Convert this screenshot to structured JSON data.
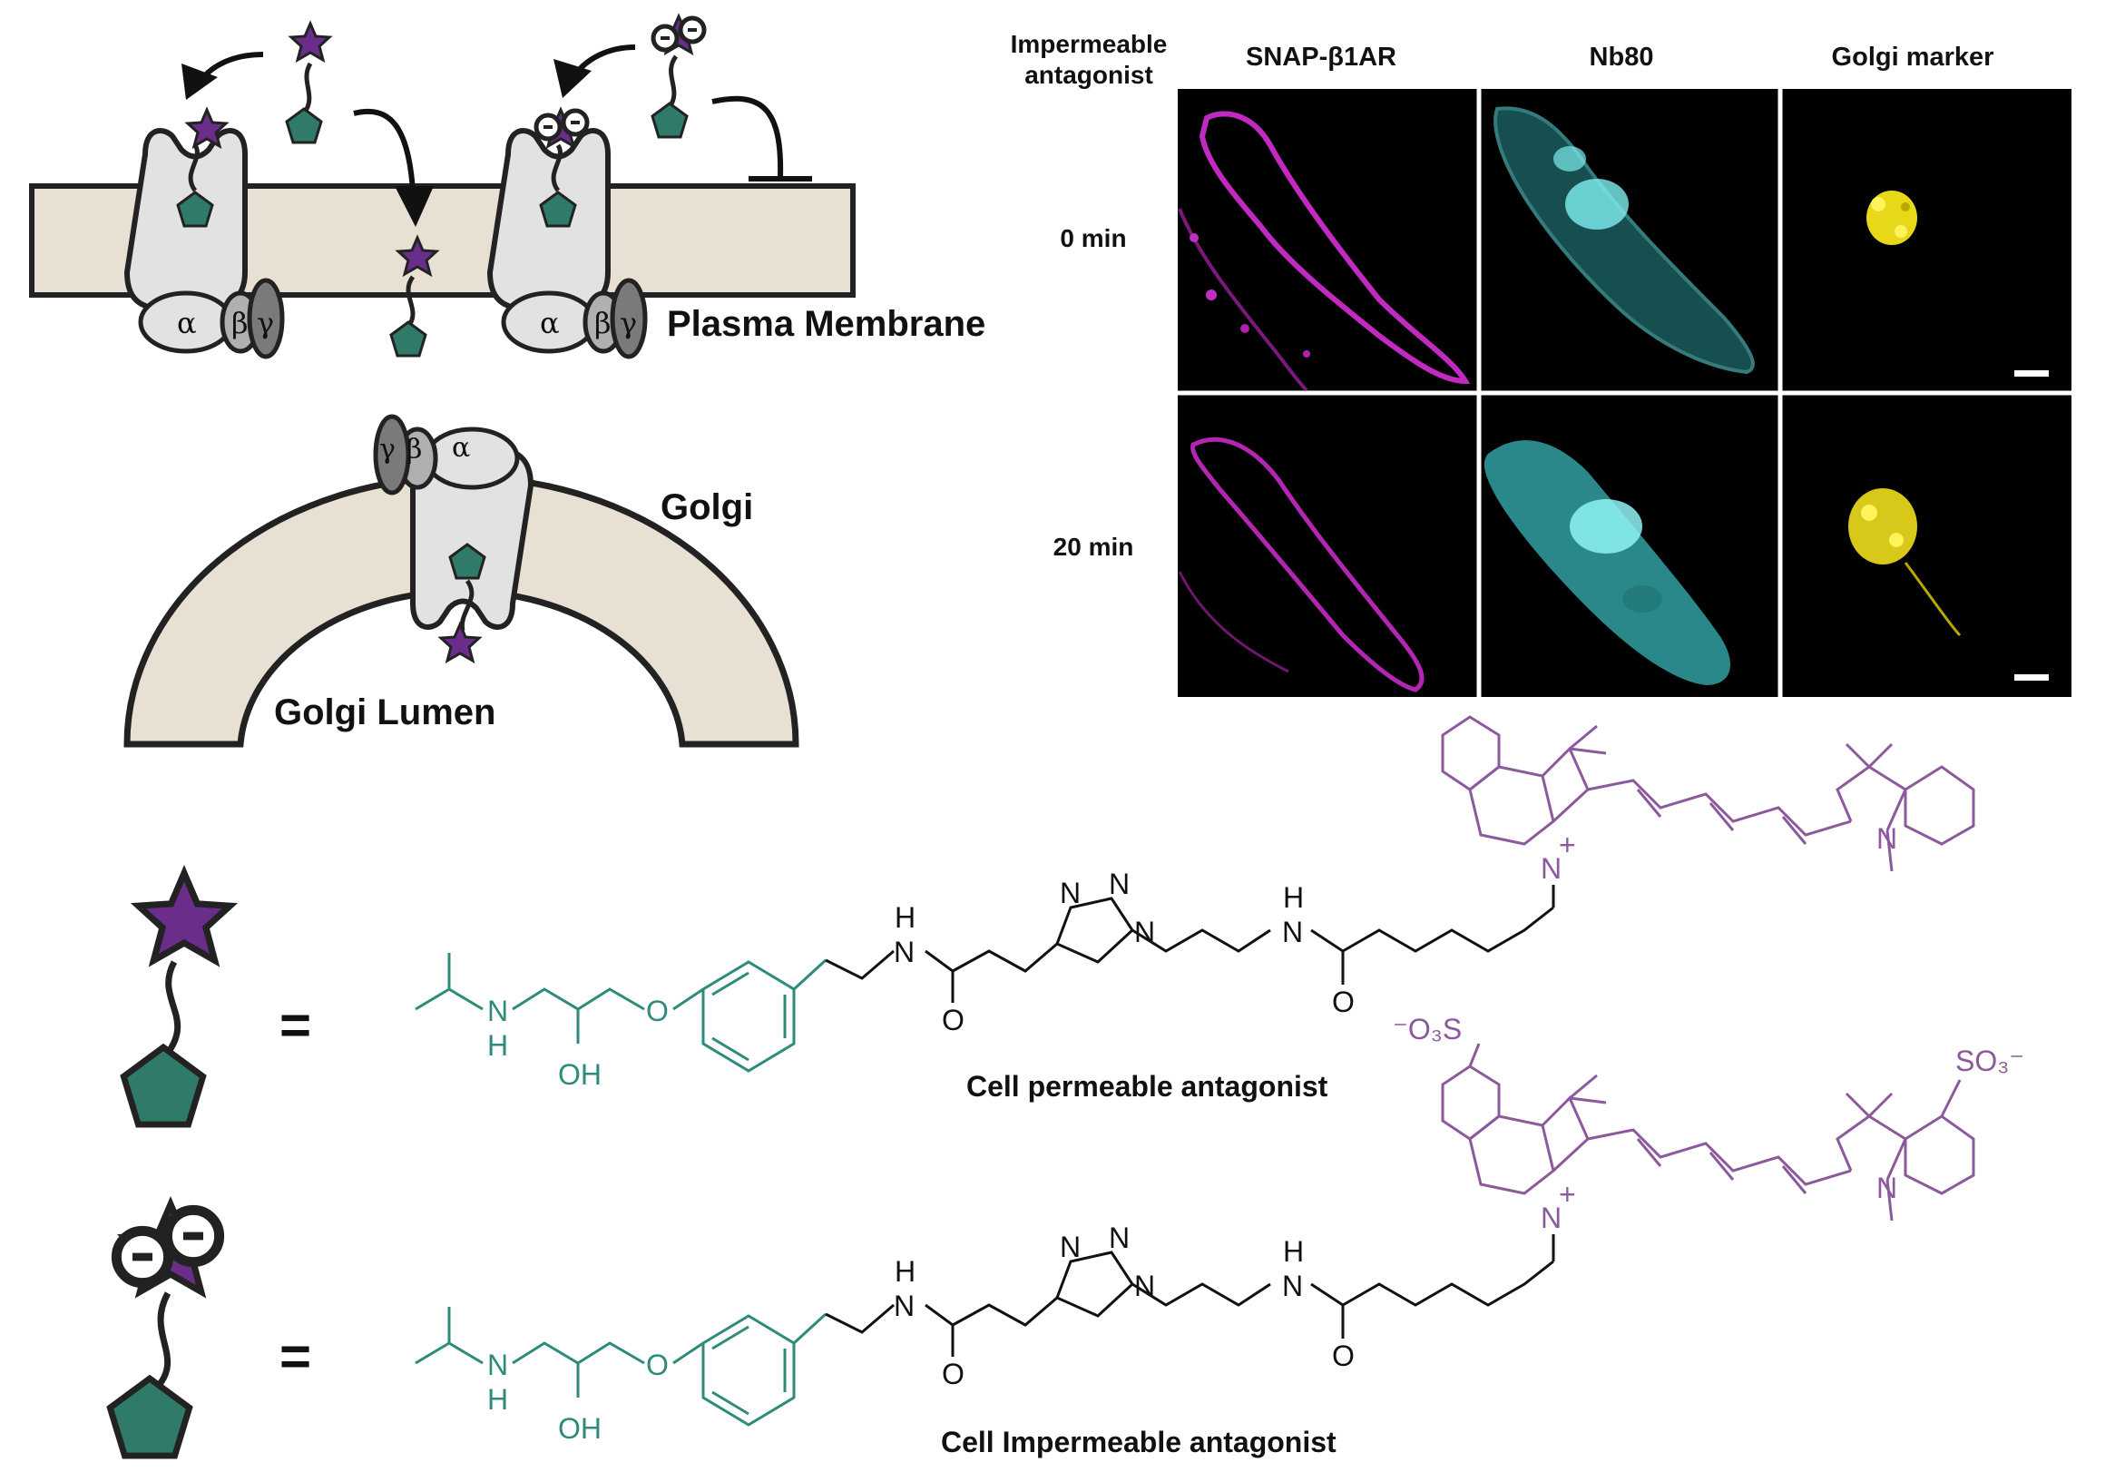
{
  "diagram": {
    "plasma_membrane_label": "Plasma Membrane",
    "golgi_label": "Golgi",
    "golgi_lumen_label": "Golgi Lumen",
    "subunit_alpha": "α",
    "subunit_beta": "β",
    "subunit_gamma": "γ"
  },
  "micrograph": {
    "row_header": "Impermeable antagonist",
    "row_header_line1": "Impermeable",
    "row_header_line2": "antagonist",
    "columns": [
      "SNAP-β1AR",
      "Nb80",
      "Golgi marker"
    ],
    "rows": [
      "0 min",
      "20 min"
    ]
  },
  "legend": {
    "equals_sign": "=",
    "permeable_caption": "Cell permeable antagonist",
    "impermeable_caption": "Cell Impermeable antagonist"
  },
  "chemistry": {
    "atom_N": "N",
    "atom_H": "H",
    "atom_O": "O",
    "group_OH": "OH",
    "charge_plus": "+",
    "sulfonate_left": "⁻O₃S",
    "sulfonate_right": "SO₃⁻"
  },
  "colors": {
    "pharmacophore": "#2e8b7a",
    "dye": "#8a5a9c",
    "membrane": "#e8e0d3",
    "receptor": "#e2e2e2",
    "star": "#6b2d8a",
    "pentagon": "#2f7a68"
  }
}
